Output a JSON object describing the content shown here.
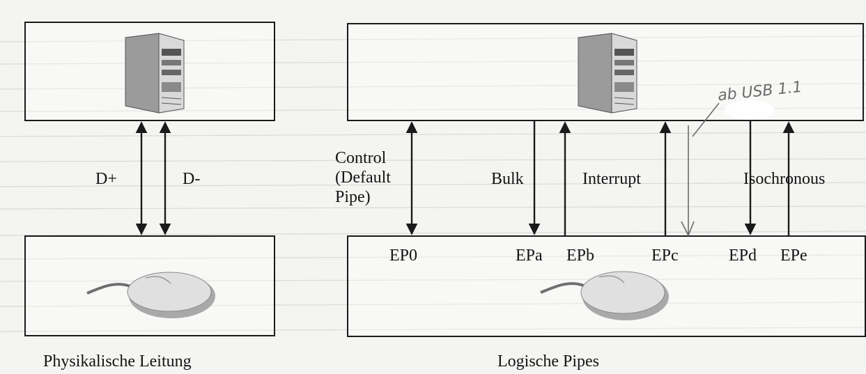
{
  "left": {
    "lines": [
      "D+",
      "D-"
    ],
    "caption": "Physikalische Leitung"
  },
  "right": {
    "pipes": [
      {
        "type_lines": [
          "Control",
          "(Default",
          "Pipe)"
        ],
        "endpoint": "EP0",
        "direction": "bidirectional"
      },
      {
        "type": "Bulk",
        "endpoint": "EPa",
        "direction": "host-to-device"
      },
      {
        "type": "",
        "endpoint": "EPb",
        "direction": "device-to-host"
      },
      {
        "type": "Interrupt",
        "endpoint": "EPc",
        "direction": "device-to-host"
      },
      {
        "type": "",
        "endpoint": "EPd",
        "direction": "host-to-device"
      },
      {
        "type": "Isochronous",
        "endpoint": "EPe",
        "direction": "device-to-host"
      }
    ],
    "handwritten_note": "ab USB 1.1",
    "caption": "Logische Pipes"
  },
  "icons": [
    "pc-tower-icon",
    "mouse-icon"
  ],
  "colors": {
    "line": "#1a1a1a",
    "pencil": "#6b6b6b",
    "paper": "#f4f4f2"
  }
}
